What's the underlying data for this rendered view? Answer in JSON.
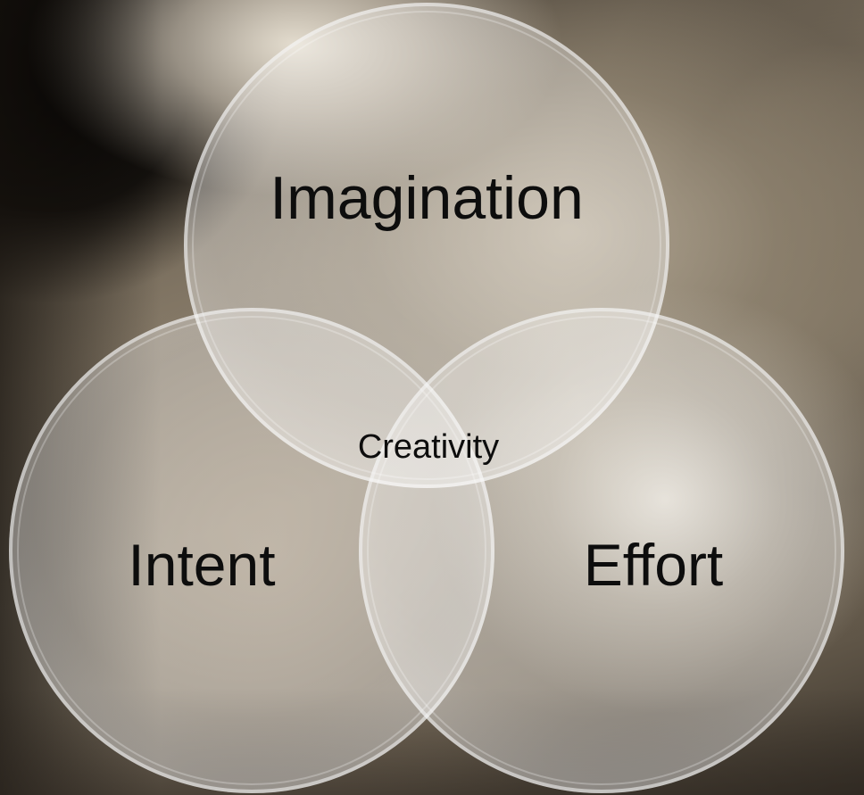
{
  "diagram": {
    "type": "venn",
    "sets": [
      {
        "id": "top",
        "label": "Imagination"
      },
      {
        "id": "left",
        "label": "Intent"
      },
      {
        "id": "right",
        "label": "Effort"
      }
    ],
    "intersection_label": "Creativity"
  },
  "colors": {
    "circle_fill": "#ffffff",
    "circle_stroke": "#f2f2f2",
    "text": "#0d0d0d"
  }
}
